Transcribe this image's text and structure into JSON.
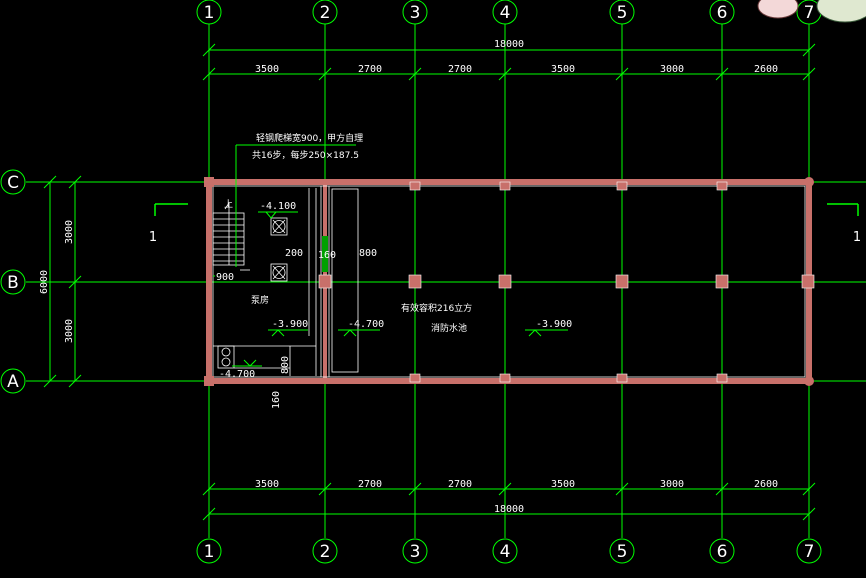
{
  "axes": {
    "columns": [
      "1",
      "2",
      "3",
      "4",
      "5",
      "6",
      "7"
    ],
    "rows": [
      "C",
      "B",
      "A"
    ]
  },
  "dimensions": {
    "top_total": "18000",
    "top_spans": [
      "3500",
      "2700",
      "2700",
      "3500",
      "3000",
      "2600"
    ],
    "bottom_total": "18000",
    "bottom_spans": [
      "3500",
      "2700",
      "2700",
      "3500",
      "3000",
      "2600"
    ],
    "left_total": "6000",
    "left_spans": [
      "3000",
      "3000"
    ]
  },
  "section_marks": {
    "left": "1",
    "right": "1"
  },
  "annotations": {
    "stair_note_line1": "轻钢爬梯宽900，甲方自理",
    "stair_note_line2": "共16步，每步250×187.5",
    "up": "上",
    "elev_pump_top": "-4.100",
    "elev_pump_room": "-3.900",
    "elev_sump": "-4.700",
    "elev_pool_side": "-4.700",
    "elev_tank": "-3.900",
    "dim_200": "200",
    "dim_900": "900",
    "dim_160_upper": "160",
    "dim_800_pool": "800",
    "dim_800_sump": "800",
    "dim_160_lower": "160",
    "pump_room": "泵房",
    "tank_line1": "有效容积216立方",
    "tank_line2": "消防水池"
  },
  "colors": {
    "grid_line": "#00ff00",
    "wall": "#c8706a",
    "background": "#000000",
    "text": "#ffffff"
  }
}
